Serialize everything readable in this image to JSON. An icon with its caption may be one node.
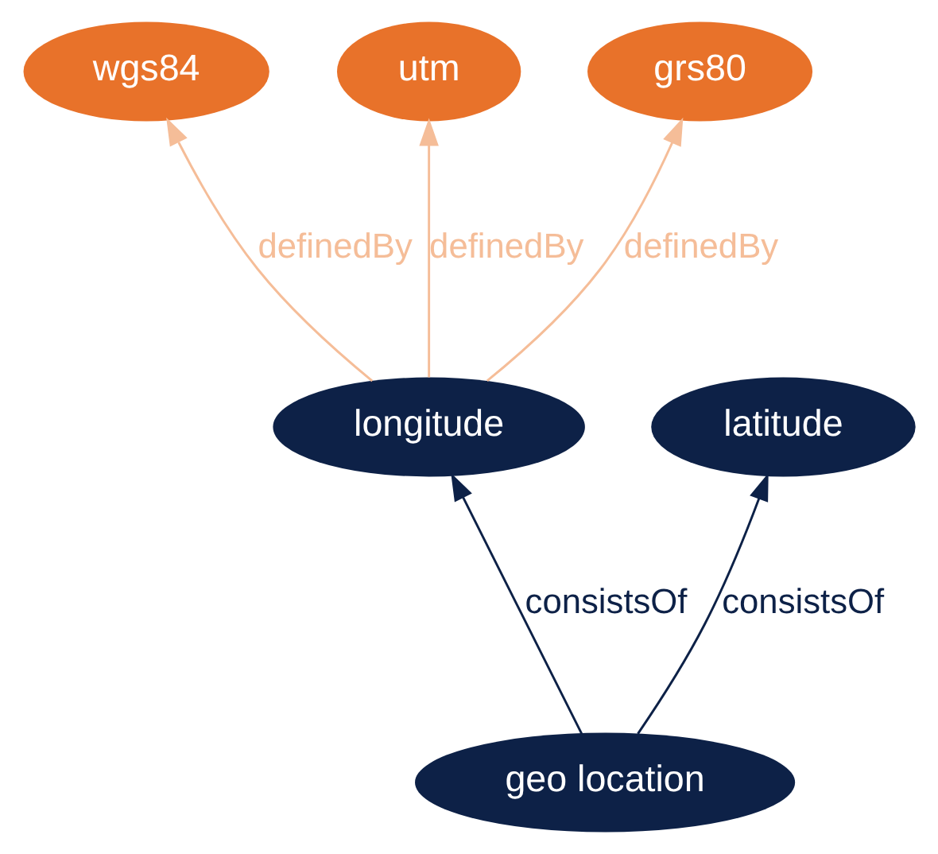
{
  "diagram": {
    "nodes": [
      {
        "text": [
          "wgs84"
        ]
      },
      {
        "text": [
          "utm"
        ]
      },
      {
        "text": [
          "grs80"
        ]
      },
      {
        "text": [
          "longitude"
        ]
      },
      {
        "text": [
          "latitude"
        ]
      },
      {
        "text": [
          "geo location"
        ]
      }
    ],
    "edges": [
      {
        "from": 3,
        "to": 0,
        "arrow": "to",
        "label": "definedBy"
      },
      {
        "from": 3,
        "to": 1,
        "arrow": "to",
        "label": "definedBy"
      },
      {
        "from": 3,
        "to": 2,
        "arrow": "to",
        "label": "definedBy"
      },
      {
        "from": 5,
        "to": 3,
        "arrow": "to",
        "label": "consistsOf",
        "color": "#0d2147"
      },
      {
        "from": 5,
        "to": 4,
        "arrow": "to",
        "label": "consistsOf",
        "color": "#0d2147"
      }
    ]
  }
}
